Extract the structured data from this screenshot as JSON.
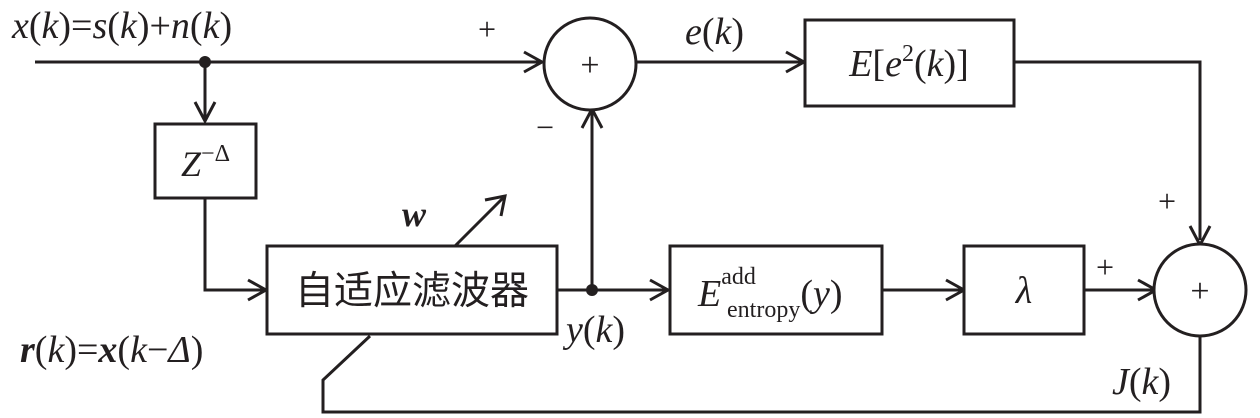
{
  "labels": {
    "input": "x(k)=s(k)+n(k)",
    "delay": "Z−Δ",
    "reference": "r(k)=x(k−Δ)",
    "weights": "w",
    "filter": "自适应滤波器",
    "filter_output": "y(k)",
    "error": "e(k)",
    "error_power": "E[e2(k)]",
    "entropy_term": "Eaddentropy(y)",
    "lambda": "λ",
    "cost": "J(k)"
  },
  "signs": {
    "sum1_plus": "+",
    "sum1_minus": "−",
    "sum1_symbol": "+",
    "sum2_plus_top": "+",
    "sum2_plus_left": "+",
    "sum2_symbol": "+"
  },
  "colors": {
    "stroke": "#231f20",
    "background": "#ffffff"
  }
}
